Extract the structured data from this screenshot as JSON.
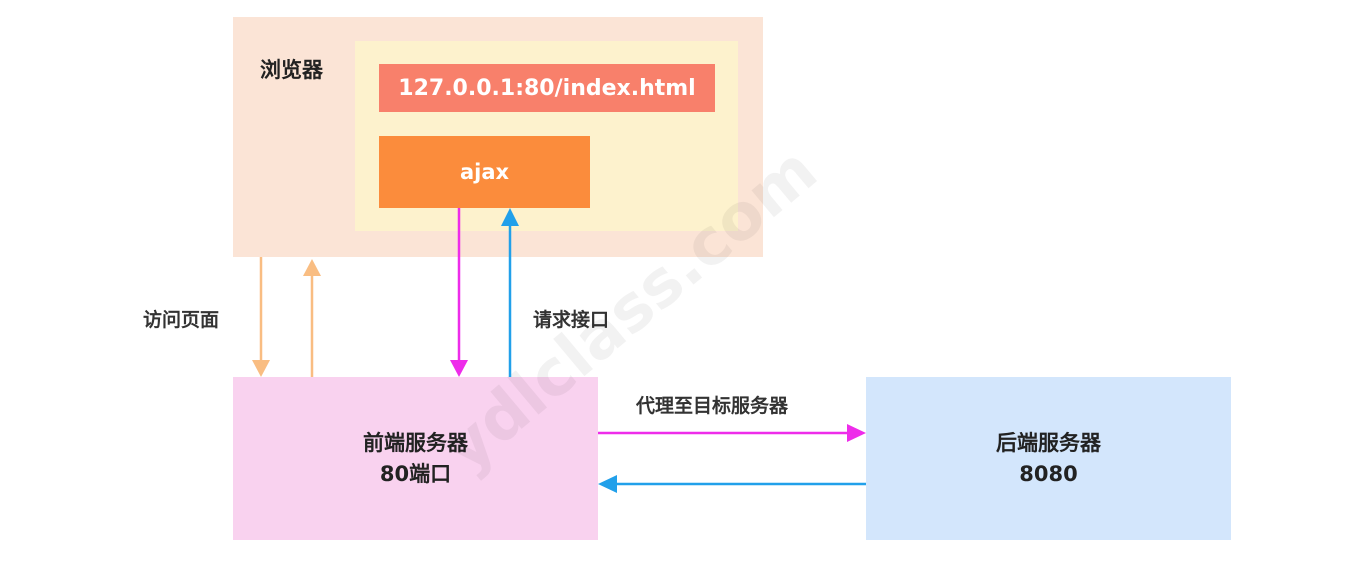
{
  "browser": {
    "label": "浏览器",
    "url": "127.0.0.1:80/index.html",
    "ajax": "ajax"
  },
  "frontend_server": {
    "title": "前端服务器",
    "port": "80端口"
  },
  "backend_server": {
    "title": "后端服务器",
    "port": "8080"
  },
  "edge_labels": {
    "visit_page": "访问页面",
    "request_api": "请求接口",
    "proxy_to_target": "代理至目标服务器"
  },
  "watermark": "ydlclass.com",
  "colors": {
    "browser_bg": "#fbe4d6",
    "browser_inner_bg": "#fdf2cd",
    "url_bar": "#f8806b",
    "ajax": "#fb8c3c",
    "frontend_bg": "#f9d2ef",
    "backend_bg": "#d3e6fc",
    "visit_arrow": "#f9bd82",
    "request_arrow": "#ee2cea",
    "response_arrow": "#21a0ea"
  }
}
